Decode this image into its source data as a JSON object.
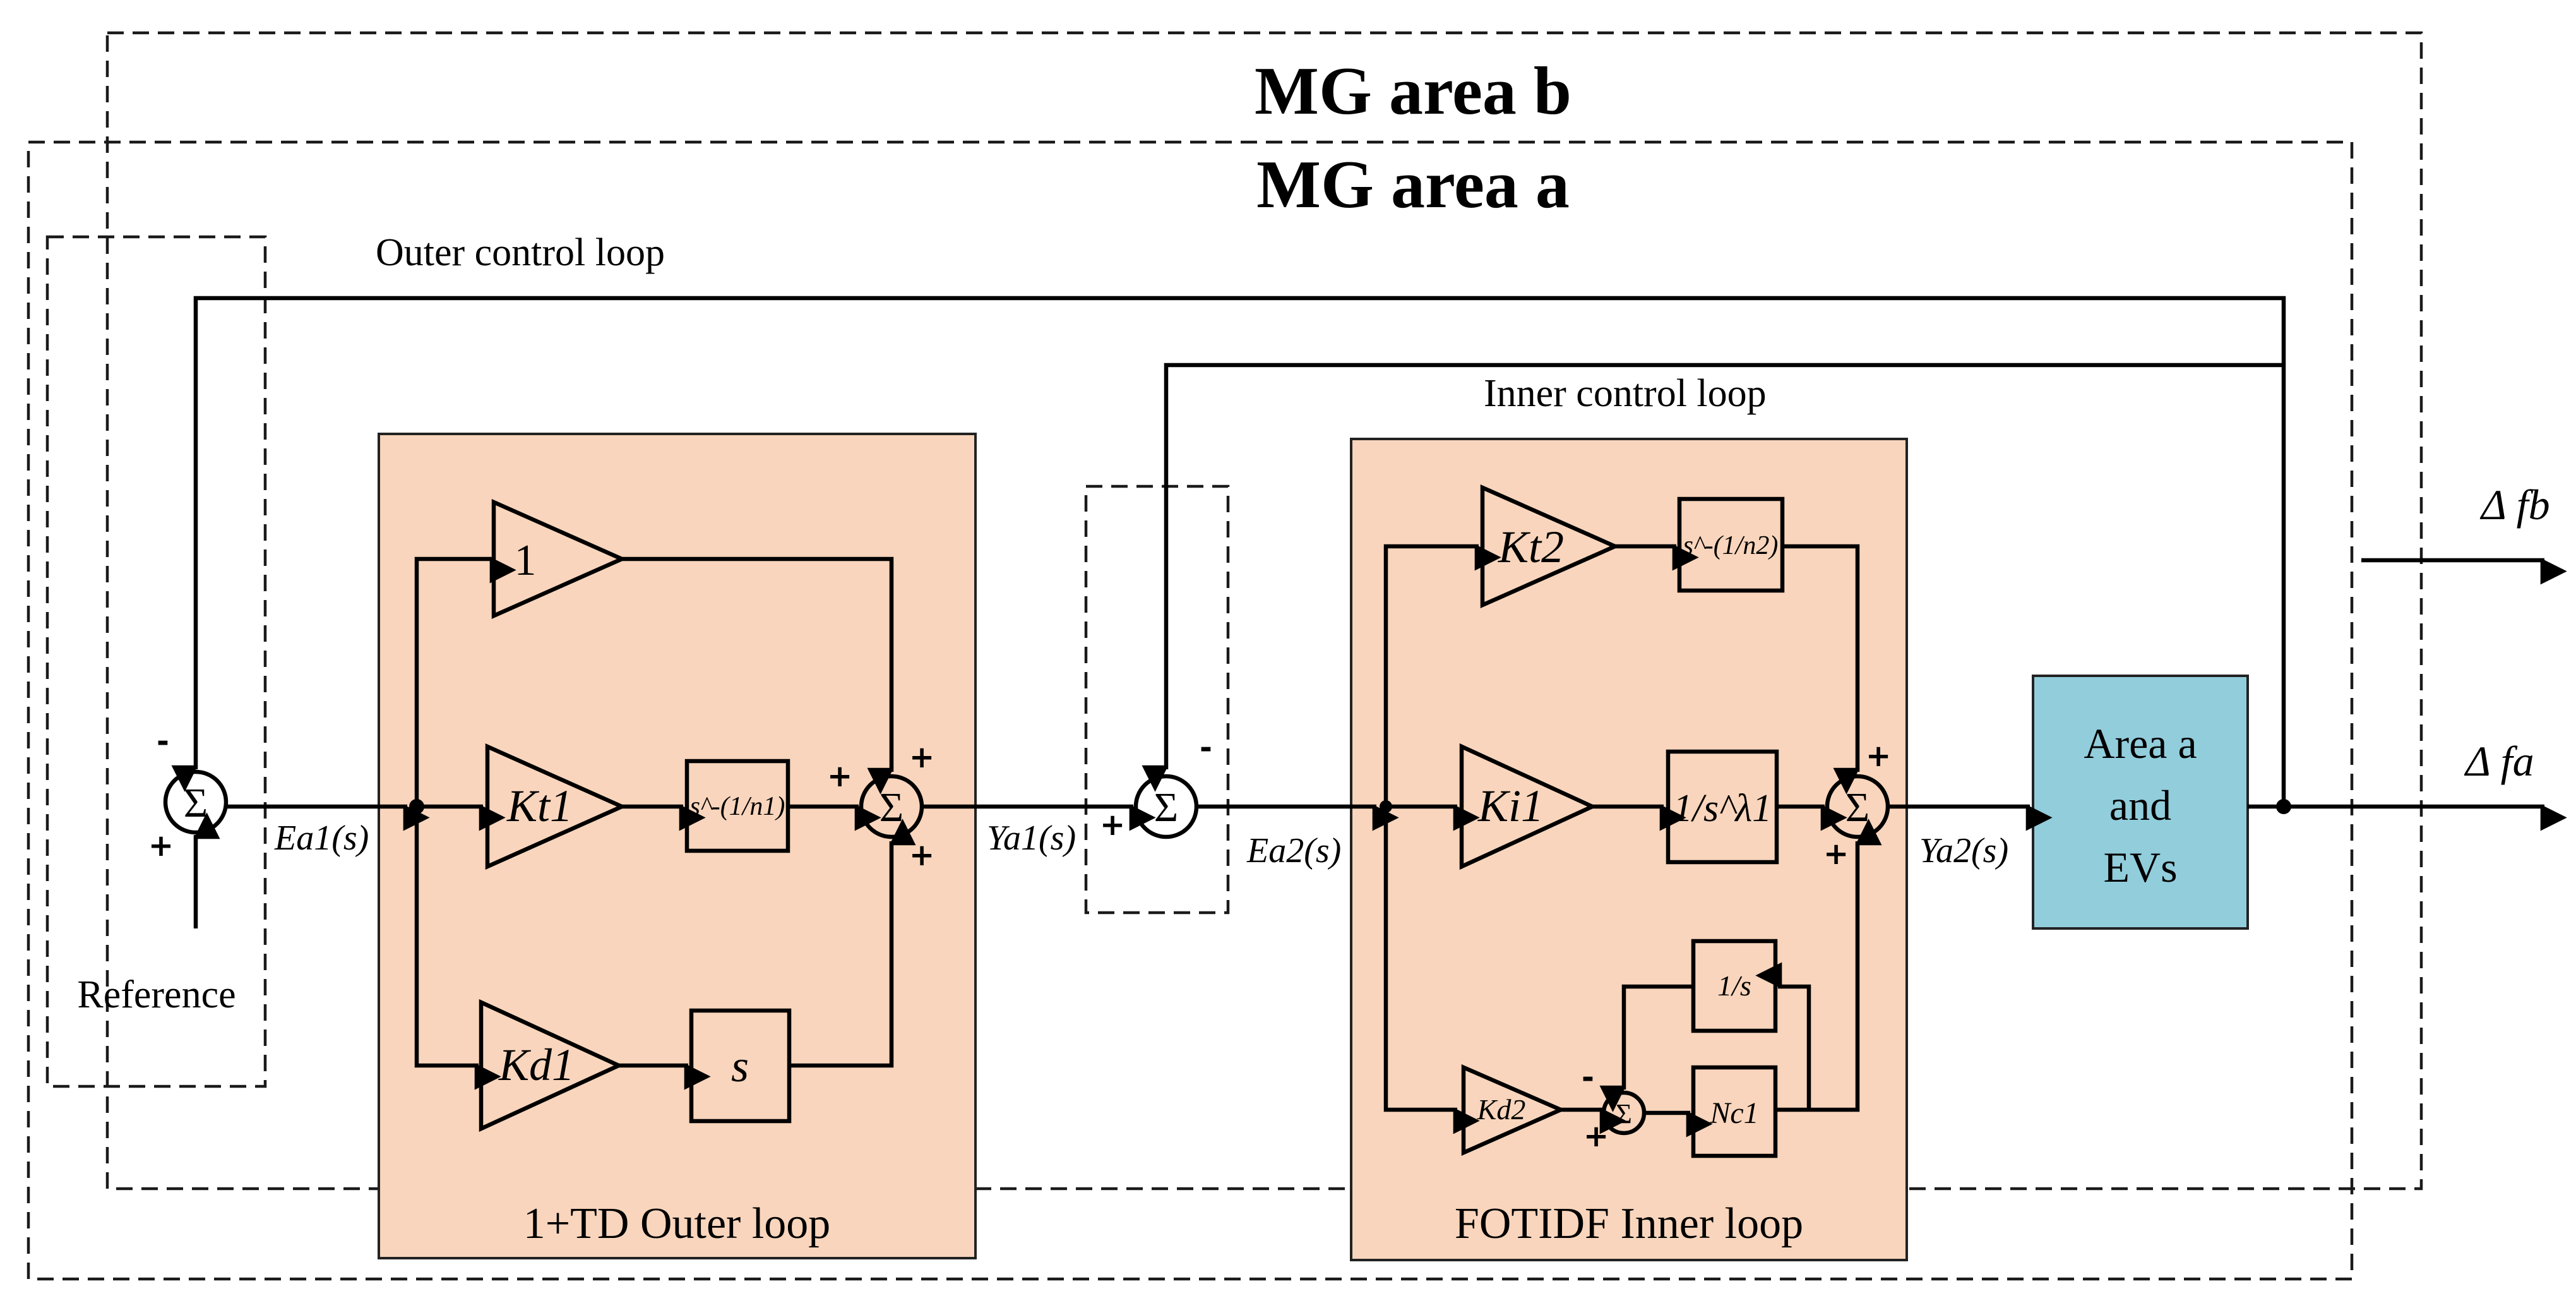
{
  "areas": {
    "b_title": "MG area b",
    "a_title": "MG area a"
  },
  "loops": {
    "outer_control_loop": "Outer control loop",
    "inner_control_loop": "Inner control loop"
  },
  "reference_label": "Reference",
  "outer_controller": {
    "title": "1+TD Outer loop",
    "gain_1": "1",
    "gain_kt1": "Kt1",
    "frac_block_1": "s^-(1/n1)",
    "gain_kd1": "Kd1",
    "derivative_block": "s"
  },
  "inner_controller": {
    "title": "FOTIDF Inner loop",
    "gain_kt2": "Kt2",
    "frac_block_2": "s^-(1/n2)",
    "gain_ki1": "Ki1",
    "fractional_integrator": "1/s^λ1",
    "gain_kd2": "Kd2",
    "integrator_block": "1/s",
    "filter_block": "Nc1"
  },
  "plant": {
    "line1": "Area a",
    "line2": "and",
    "line3": "EVs"
  },
  "signals": {
    "ea1": "Ea1(s)",
    "ya1": "Ya1(s)",
    "ea2": "Ea2(s)",
    "ya2": "Ya2(s)",
    "delta_fb": "Δ fb",
    "delta_fa": "Δ fa"
  },
  "symbols": {
    "sum": "Σ",
    "plus": "+",
    "minus": "-"
  },
  "colors": {
    "area_b_fill": "#f2f2f2",
    "area_a_fill": "#daedf4",
    "controller_fill": "#f8d5bc",
    "plant_fill": "#92cddc"
  }
}
